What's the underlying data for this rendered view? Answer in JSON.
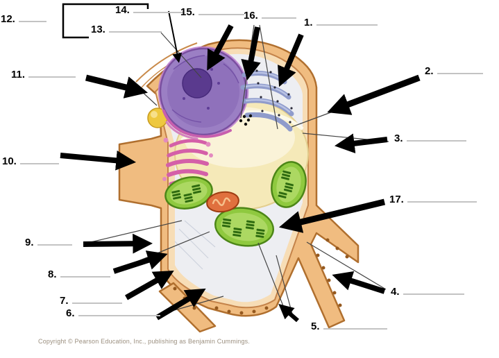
{
  "figure": {
    "type": "labeled-diagram",
    "subject": "plant cell with numbered blank labels"
  },
  "labels": [
    {
      "num": "1."
    },
    {
      "num": "2."
    },
    {
      "num": "3."
    },
    {
      "num": "4."
    },
    {
      "num": "5."
    },
    {
      "num": "6."
    },
    {
      "num": "7."
    },
    {
      "num": "8."
    },
    {
      "num": "9."
    },
    {
      "num": "10."
    },
    {
      "num": "11."
    },
    {
      "num": "12."
    },
    {
      "num": "13."
    },
    {
      "num": "14."
    },
    {
      "num": "15."
    },
    {
      "num": "16."
    },
    {
      "num": "17."
    }
  ],
  "copyright": "Copyright © Pearson Education, Inc., publishing as Benjamin Cummings.",
  "colors": {
    "cell_wall": "#F0BC80",
    "cell_wall_inner": "#F7DDB6",
    "wall_edge": "#B06F2E",
    "cytoplasm": "#EDEEF2",
    "vacuole": "#F5E9B8",
    "nucleus": "#9B7FC4",
    "nucleolus": "#5A3A8E",
    "er": "#8F9BCB",
    "golgi": "#D45FA8",
    "chloroplast": "#8FC93F",
    "mitochondrion": "#E0703E",
    "arrow": "#000000"
  }
}
